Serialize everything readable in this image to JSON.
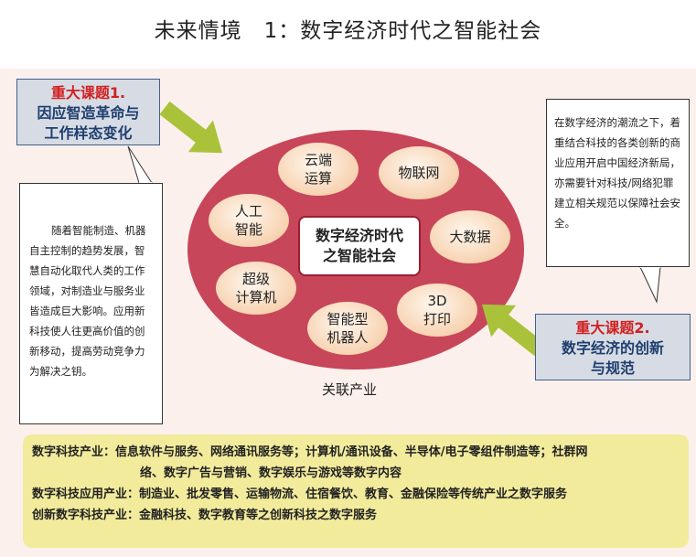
{
  "title": "未来情境　1：数字经济时代之智能社会",
  "topic1": {
    "line1": "重大课题1.",
    "line2": "因应智造革命与",
    "line3": "工作样态变化"
  },
  "topic2": {
    "line1": "重大课题2.",
    "line2": "数字经济的创新",
    "line3": "与规范"
  },
  "note1": "随着智能制造、机器自主控制的趋势发展，智慧自动化取代人类的工作领域，对制造业与服务业皆造成巨大影响。应用新科技使人往更高价值的创新移动，提高劳动竞争力为解决之钥。",
  "note2": "在数字经济的潮流之下，着重结合科技的各类创新的商业应用开启中国经济新局，亦需要针对科技/网络犯罪建立相关规范以保障社会安全。",
  "center": {
    "line1": "数字经济时代",
    "line2": "之智能社会"
  },
  "nodes": {
    "cloud": {
      "line1": "云端",
      "line2": "运算"
    },
    "iot": {
      "line1": "物联网"
    },
    "ai": {
      "line1": "人工",
      "line2": "智能"
    },
    "bigdata": {
      "line1": "大数据"
    },
    "super": {
      "line1": "超级",
      "line2": "计算机"
    },
    "print3d": {
      "line1": "3D",
      "line2": "打印"
    },
    "robot": {
      "line1": "智能型",
      "line2": "机器人"
    }
  },
  "related_label": "关联产业",
  "industries": {
    "row1": "数字科技产业：信息软件与服务、网络通讯服务等；计算机/通讯设备、半导体/电子零组件制造等；社群网",
    "row2": "络、数字广告与营销、数字娱乐与游戏等数字内容",
    "row3": "数字科技应用产业：制造业、批发零售、运输物流、住宿餐饮、教育、金融保险等传统产业之数字服务",
    "row4": "创新数字科技产业：金融科技、数字教育等之创新科技之数字服务"
  },
  "colors": {
    "ellipse": "#c8465a",
    "arrow": "#a9c23a",
    "topic_red": "#d21f1f",
    "topic_blue": "#1f3f6f",
    "bottom_bg": "#f2eb9c"
  }
}
